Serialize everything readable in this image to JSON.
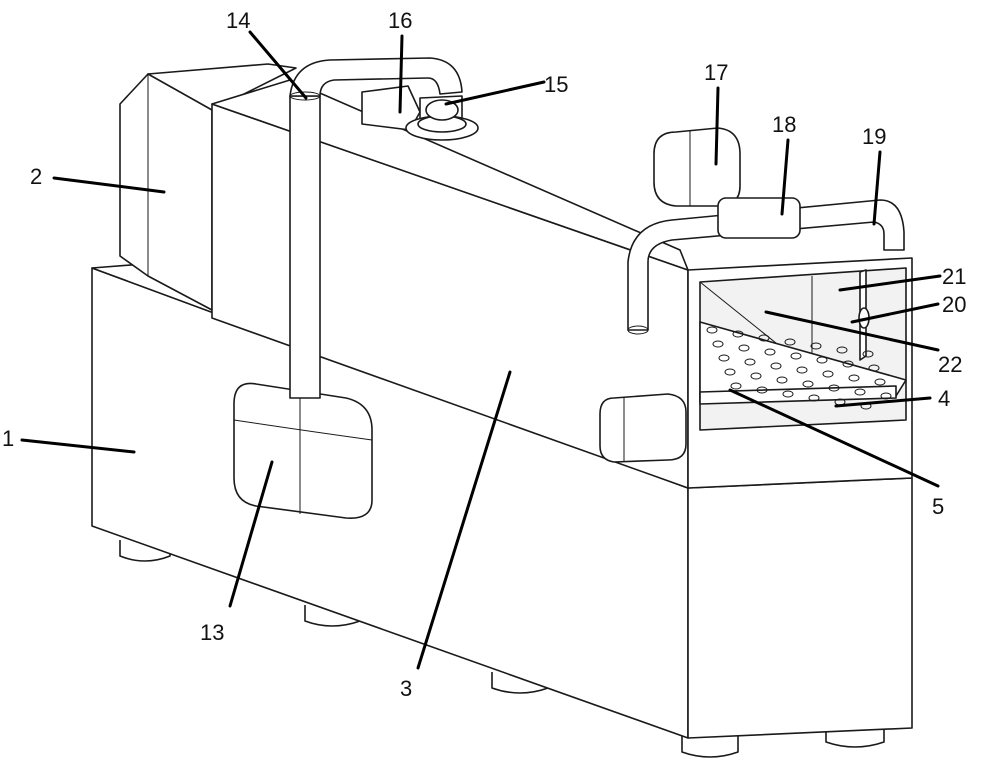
{
  "labels": [
    {
      "id": "1",
      "text": "1"
    },
    {
      "id": "2",
      "text": "2"
    },
    {
      "id": "3",
      "text": "3"
    },
    {
      "id": "4",
      "text": "4"
    },
    {
      "id": "5",
      "text": "5"
    },
    {
      "id": "13",
      "text": "13"
    },
    {
      "id": "14",
      "text": "14"
    },
    {
      "id": "15",
      "text": "15"
    },
    {
      "id": "16",
      "text": "16"
    },
    {
      "id": "17",
      "text": "17"
    },
    {
      "id": "18",
      "text": "18"
    },
    {
      "id": "19",
      "text": "19"
    },
    {
      "id": "20",
      "text": "20"
    },
    {
      "id": "21",
      "text": "21"
    },
    {
      "id": "22",
      "text": "22"
    }
  ]
}
